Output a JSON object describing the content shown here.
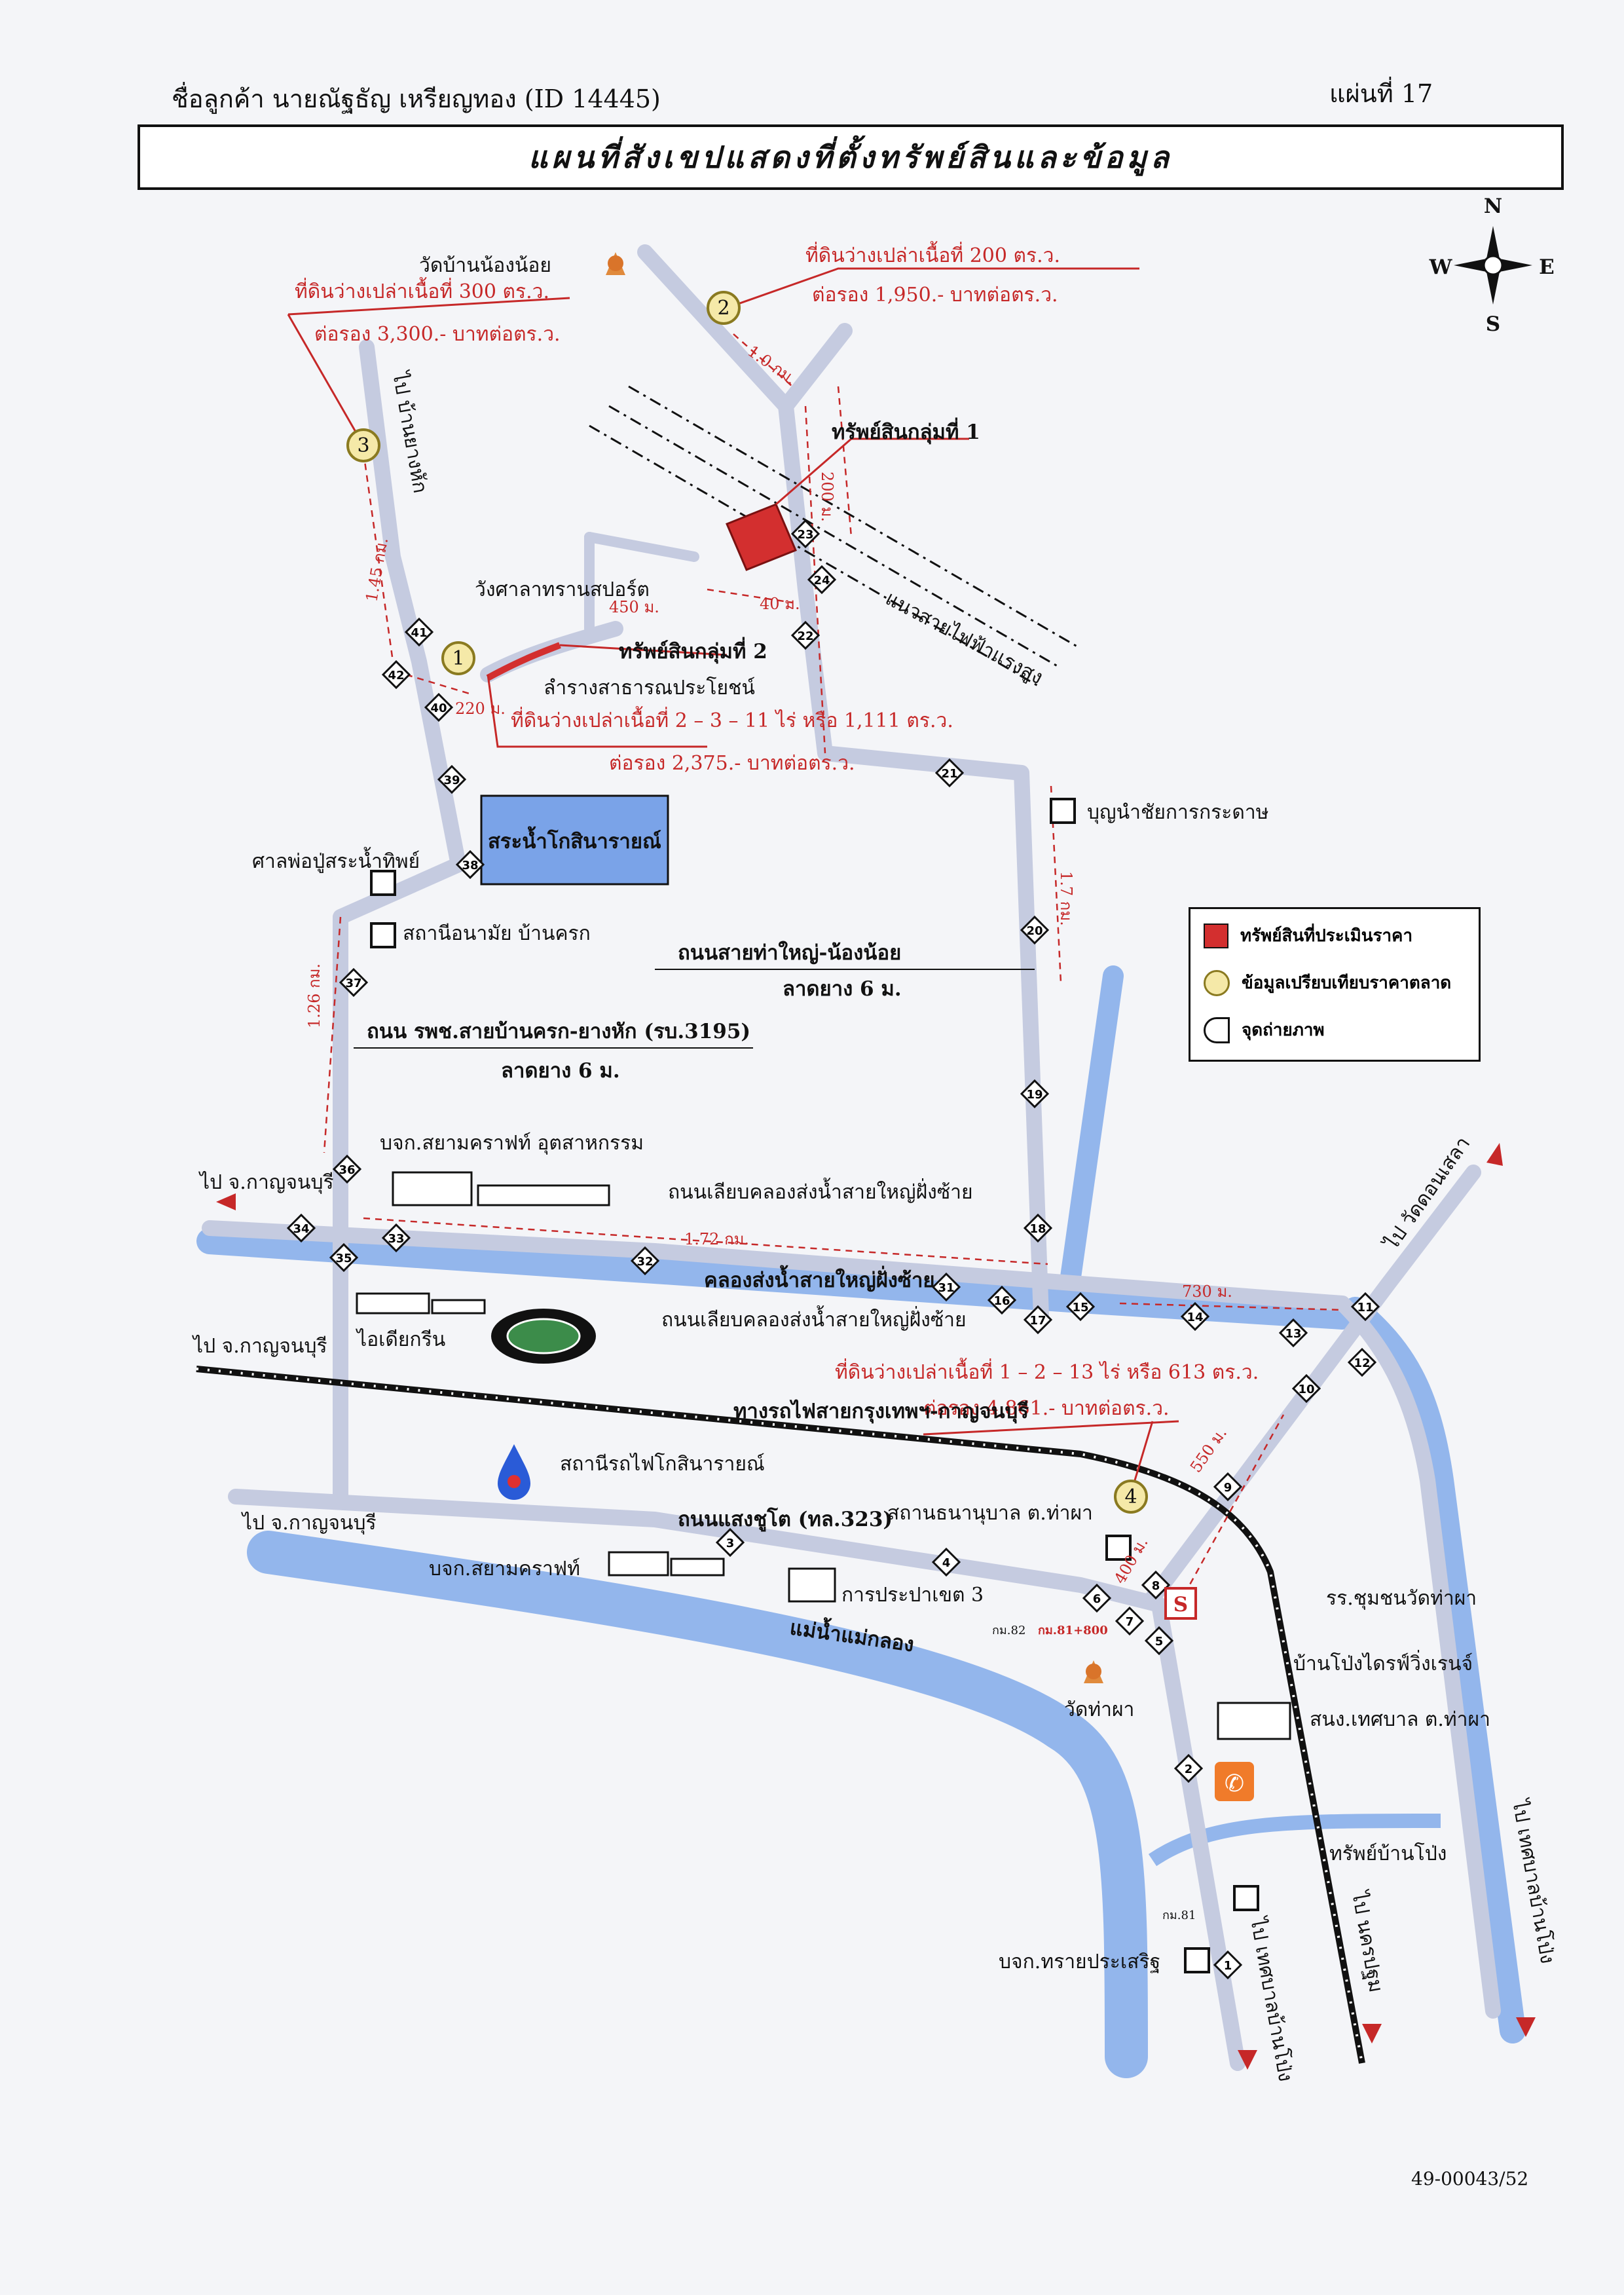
{
  "header": {
    "customer": "ชื่อลูกค้า นายณัฐธัญ เหรียญทอง (ID 14445)",
    "sheet": "แผ่นที่ 17",
    "title": "แผนที่สังเขปแสดงที่ตั้งทรัพย์สินและข้อมูล",
    "footer_code": "49-00043/52"
  },
  "compass": {
    "n": "N",
    "s": "S",
    "e": "E",
    "w": "W"
  },
  "legend": {
    "items": [
      {
        "label": "ทรัพย์สินที่ประเมินราคา",
        "color": "#d32f2f"
      },
      {
        "label": "ข้อมูลเปรียบเทียบราคาตลาด",
        "color": "#f5e9a8"
      },
      {
        "label": "จุดถ่ายภาพ",
        "color": "#ffffff"
      }
    ]
  },
  "market_data": [
    {
      "id": "1",
      "area": "ที่ดินว่างเปล่าเนื้อที่ 2 – 3 – 11 ไร่ หรือ 1,111 ตร.ว.",
      "price": "ต่อรอง 2,375.- บาทต่อตร.ว."
    },
    {
      "id": "2",
      "area": "ที่ดินว่างเปล่าเนื้อที่  200 ตร.ว.",
      "price": "ต่อรอง 1,950.- บาทต่อตร.ว."
    },
    {
      "id": "3",
      "area": "ที่ดินว่างเปล่าเนื้อที่  300 ตร.ว.",
      "price": "ต่อรอง 3,300.- บาทต่อตร.ว."
    },
    {
      "id": "4",
      "area": "ที่ดินว่างเปล่าเนื้อที่ 1 – 2 – 13 ไร่ หรือ 613 ตร.ว.",
      "price": "ต่อรอง 4,861.- บาทต่อตร.ว."
    }
  ],
  "assets": {
    "group1": "ทรัพย์สินกลุ่มที่ 1",
    "group2": "ทรัพย์สินกลุ่มที่ 2"
  },
  "labels": {
    "wat_nong_noi": "วัดบ้านน้องน้อย",
    "to_ban_yang_hak": "ไป บ้านยางหัก",
    "sports_arena": "วังศาลาทรานสปอร์ต",
    "public_ditch": "ลำรางสาธารณประโยชน์",
    "power_line": "แนวสายไฟฟ้าแรงสูง",
    "paper_co": "บุญนำชัยการกระดาษ",
    "lake": "สระน้ำโกสินารายณ์",
    "shrine": "ศาลพ่อปู่สระน้ำทิพย์",
    "health_station": "สถานีอนามัย บ้านครก",
    "road1_name": "ถนนสายท่าใหญ่-น้องน้อย",
    "road1_surface": "ลาดยาง 6 ม.",
    "road2_name": "ถนน รพช.สายบ้านครก-ยางหัก (รบ.3195)",
    "road2_surface": "ลาดยาง 6 ม.",
    "siam_kraft_ind": "บจก.สยามคราฟท์ อุตสาหกรรม",
    "canal_road_left": "ถนนเลียบคลองส่งน้ำสายใหญ่ฝั่งซ้าย",
    "to_kanchanaburi_1": "ไป จ.กาญจนบุรี",
    "to_wat_don_sala": "ไป วัดดอนเสลา",
    "canal": "คลองส่งน้ำสายใหญ่ฝั่งซ้าย",
    "canal_road_left2": "ถนนเลียบคลองส่งน้ำสายใหญ่ฝั่งซ้าย",
    "idea_green": "ไอเดียกรีน",
    "to_kanchanaburi_2": "ไป จ.กาญจนบุรี",
    "railway": "ทางรถไฟสายกรุงเทพฯ-กาญจนบุรี",
    "kosinarai_station": "สถานีรถไฟโกสินารายณ์",
    "to_kanchanaburi_3": "ไป จ.กาญจนบุรี",
    "saengchuto_rd": "ถนนแสงชูโต (ทล.323)",
    "nursery": "สถานธนานุบาล ต.ท่าผา",
    "siam_kraft": "บจก.สยามคราฟท์",
    "irrigation": "การประปาเขต 3",
    "mae_klong": "แม่น้ำแม่กลอง",
    "km82": "กม.82",
    "km81_800": "กม.81+800",
    "wat_tha_pha": "วัดท่าผา",
    "school": "รร.ชุมชนวัดท่าผา",
    "golf": "บ้านโป่งไดรฟ์วิ่งเรนจ์",
    "municipal": "สนง.เทศบาล ต.ท่าผา",
    "ban_pong_asset": "ทรัพย์บ้านโป่ง",
    "km81": "กม.81",
    "sai_prasert": "บจก.ทรายประเสริฐ",
    "to_ban_pong_1": "ไป เทศบาลบ้านโป่ง",
    "to_nakhon_pathom": "ไป นครปฐม",
    "to_ban_pong_2": "ไป เทศบาลบ้านโป่ง",
    "school_s": "S"
  },
  "distances": {
    "d_1km": "1.0 กม.",
    "d_200m": "200 ม.",
    "d_450m": "450 ม.",
    "d_40m": "40 ม.",
    "d_145km": "1.45 กม.",
    "d_220m": "220 ม.",
    "d_17km": "1.7 กม.",
    "d_126km": "1.26 กม.",
    "d_172km": "1.72 กม.",
    "d_730m": "730 ม.",
    "d_550m": "550 ม.",
    "d_400m": "400 ม."
  },
  "photo_points": [
    "1",
    "2",
    "3",
    "4",
    "5",
    "6",
    "7",
    "8",
    "9",
    "10",
    "11",
    "12",
    "13",
    "14",
    "15",
    "16",
    "17",
    "18",
    "19",
    "20",
    "21",
    "22",
    "23",
    "24",
    "31",
    "32",
    "33",
    "34",
    "35",
    "36",
    "37",
    "38",
    "39",
    "40",
    "41",
    "42"
  ],
  "colors": {
    "road": "#c5cbe0",
    "water": "#93b6ec",
    "asset": "#d32f2f",
    "redtext": "#c62828",
    "market": "#f5e9a8"
  }
}
